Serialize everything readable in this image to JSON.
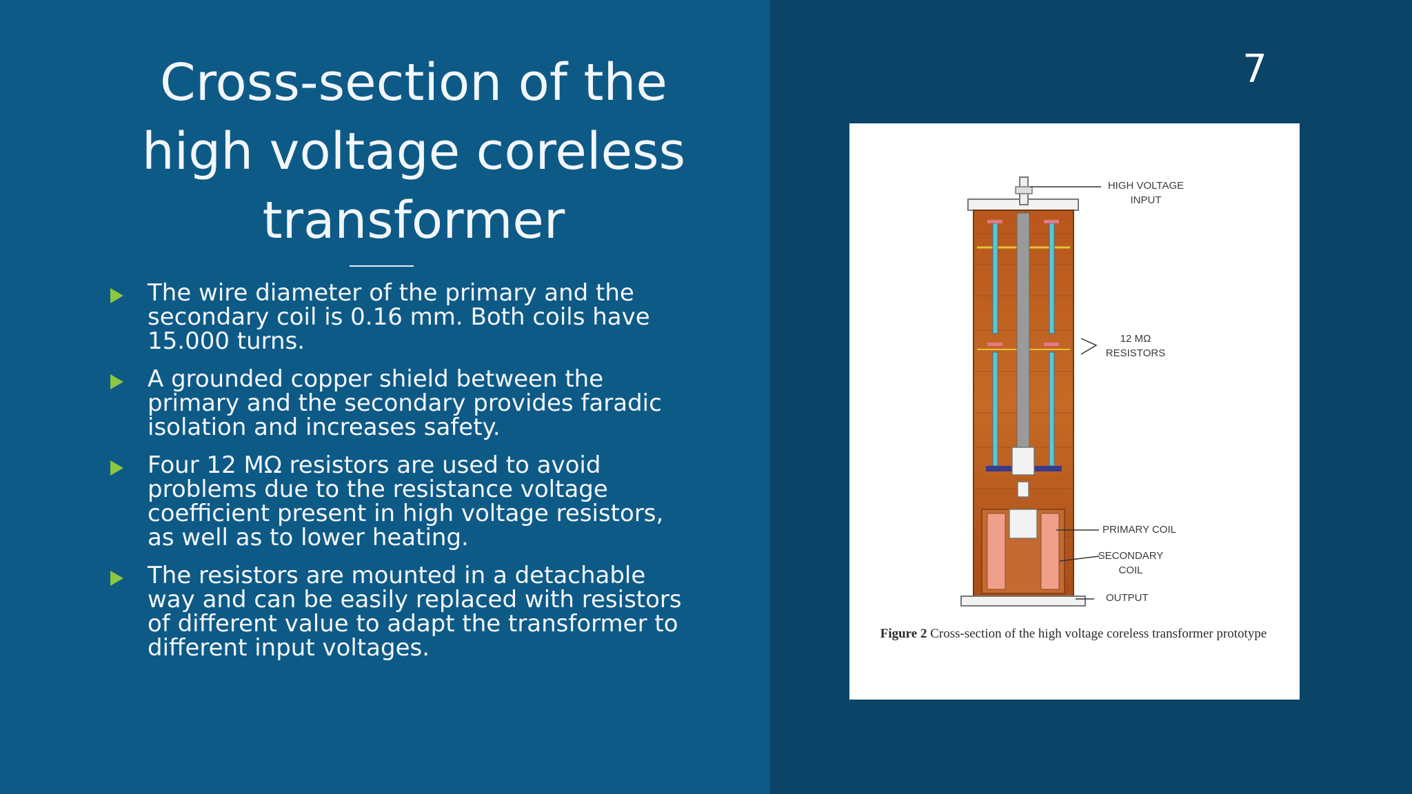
{
  "slide": {
    "title": "Cross-section of the high voltage coreless transformer",
    "number": "7",
    "bullets": [
      "The wire diameter of the primary and the secondary coil is 0.16 mm. Both coils have 15.000 turns.",
      "A grounded copper shield between the primary and the secondary provides faradic isolation and increases safety.",
      "Four 12 MΩ resistors are used to avoid problems due to the resistance voltage coefficient present in high voltage resistors, as well as to lower heating.",
      "The resistors are mounted in a detachable way and can be easily replaced with resistors of different value to adapt the transformer to different input voltages."
    ]
  },
  "figure": {
    "labels": {
      "hv_input_1": "HIGH VOLTAGE",
      "hv_input_2": "INPUT",
      "resistors_1": "12 MΩ",
      "resistors_2": "RESISTORS",
      "primary_coil": "PRIMARY COIL",
      "secondary_1": "SECONDARY",
      "secondary_2": "COIL",
      "output": "OUTPUT"
    },
    "caption_prefix": "Figure 2",
    "caption_text": "Cross-section of the high voltage coreless transformer prototype"
  },
  "colors": {
    "bullet_arrow": "#8dc63f",
    "left_panel": "#0e5a87",
    "right_panel": "#0b4466"
  }
}
